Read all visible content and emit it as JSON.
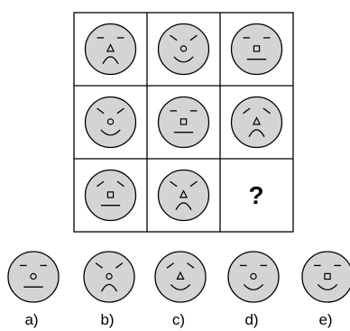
{
  "colors": {
    "face_fill": "#d4d4d4",
    "stroke": "#000000",
    "background": "#ffffff"
  },
  "grid": {
    "cells": [
      {
        "brows": "flat",
        "nose": "triangle",
        "mouth": "frown"
      },
      {
        "brows": "slant-up",
        "nose": "circle",
        "mouth": "smile"
      },
      {
        "brows": "flat",
        "nose": "square",
        "mouth": "straight"
      },
      {
        "brows": "slant-up",
        "nose": "circle",
        "mouth": "smile"
      },
      {
        "brows": "flat",
        "nose": "square",
        "mouth": "straight"
      },
      {
        "brows": "slant-down",
        "nose": "triangle",
        "mouth": "frown"
      },
      {
        "brows": "slant-down",
        "nose": "square",
        "mouth": "straight"
      },
      {
        "brows": "slant-up",
        "nose": "triangle",
        "mouth": "frown"
      },
      {
        "missing": true
      }
    ],
    "question_mark": "?"
  },
  "options": [
    {
      "label": "a)",
      "brows": "flat",
      "nose": "circle",
      "mouth": "straight"
    },
    {
      "label": "b)",
      "brows": "slant-up",
      "nose": "circle",
      "mouth": "frown"
    },
    {
      "label": "c)",
      "brows": "slant-down",
      "nose": "triangle",
      "mouth": "smile"
    },
    {
      "label": "d)",
      "brows": "flat",
      "nose": "circle",
      "mouth": "smile"
    },
    {
      "label": "e)",
      "brows": "flat",
      "nose": "square",
      "mouth": "smile"
    }
  ]
}
